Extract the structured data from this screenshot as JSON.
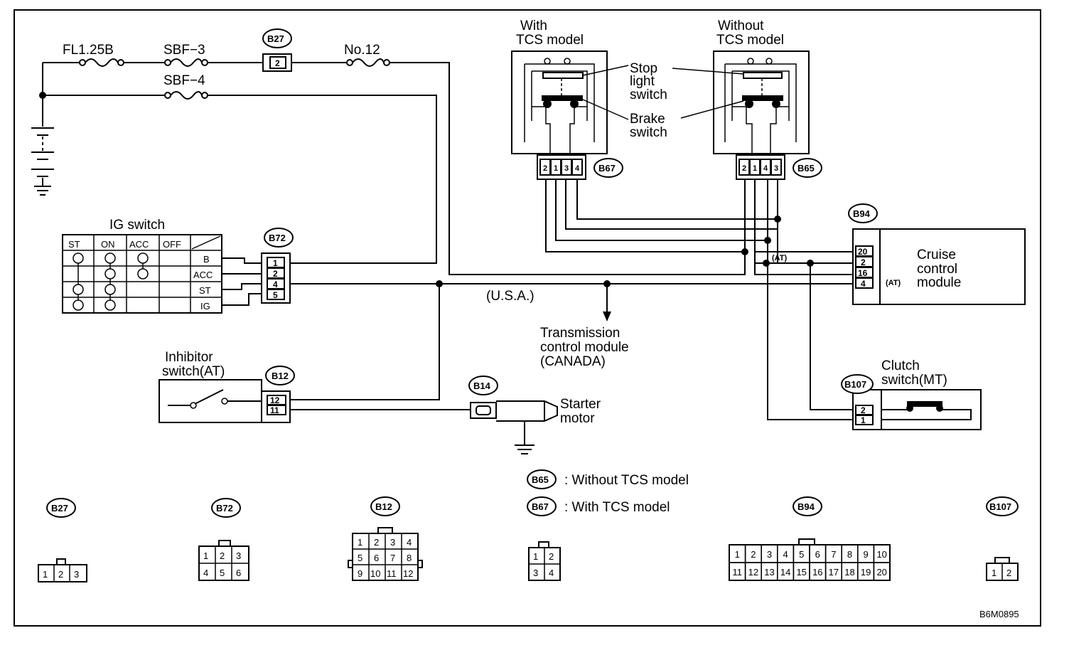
{
  "labels": {
    "fuse_fl": "FL1.25B",
    "fuse_sbf3": "SBF−3",
    "fuse_sbf4": "SBF−4",
    "fuse_no12": "No.12",
    "with_tcs_1": "With",
    "with_tcs_2": "TCS model",
    "without_tcs_1": "Without",
    "without_tcs_2": "TCS model",
    "stop_1": "Stop",
    "stop_2": "light",
    "stop_3": "switch",
    "brake_1": "Brake",
    "brake_2": "switch",
    "ig_switch": "IG switch",
    "usa": "(U.S.A.)",
    "tcm_1": "Transmission",
    "tcm_2": "control module",
    "tcm_3": "(CANADA)",
    "inhibitor_1": "Inhibitor",
    "inhibitor_2": "switch(AT)",
    "starter_1": "Starter",
    "starter_2": "motor",
    "cruise_1": "Cruise",
    "cruise_2": "control",
    "cruise_3": "module",
    "at_1": "(AT)",
    "at_2": "(AT)",
    "clutch_1": "Clutch",
    "clutch_2": "switch(MT)",
    "legend_b65": ": Without TCS model",
    "legend_b67": ": With TCS model",
    "fig_id": "B6M0895"
  },
  "ig_table": {
    "cols": [
      "ST",
      "ON",
      "ACC",
      "OFF"
    ],
    "rows": [
      "B",
      "ACC",
      "ST",
      "IG"
    ]
  },
  "connectors": {
    "b27": "B27",
    "b72": "B72",
    "b12": "B12",
    "b14": "B14",
    "b67": "B67",
    "b65": "B65",
    "b94": "B94",
    "b107": "B107"
  },
  "pins": {
    "b27": "2",
    "b72": [
      "1",
      "2",
      "4",
      "5"
    ],
    "b12": [
      "12",
      "11"
    ],
    "b94": [
      "20",
      "2",
      "16",
      "4"
    ],
    "b107": [
      "2",
      "1"
    ],
    "b67": [
      "2",
      "1",
      "3",
      "4"
    ],
    "b65": [
      "2",
      "1",
      "4",
      "3"
    ]
  },
  "faces": {
    "b27": [
      "1",
      "2",
      "3"
    ],
    "b72": [
      "1",
      "2",
      "3",
      "4",
      "5",
      "6"
    ],
    "b12": [
      "1",
      "2",
      "3",
      "4",
      "5",
      "6",
      "7",
      "8",
      "9",
      "10",
      "11",
      "12"
    ],
    "b14": [
      "1",
      "2",
      "3",
      "4"
    ],
    "b94": [
      "1",
      "2",
      "3",
      "4",
      "5",
      "6",
      "7",
      "8",
      "9",
      "10",
      "11",
      "12",
      "13",
      "14",
      "15",
      "16",
      "17",
      "18",
      "19",
      "20"
    ],
    "b107": [
      "1",
      "2"
    ]
  }
}
